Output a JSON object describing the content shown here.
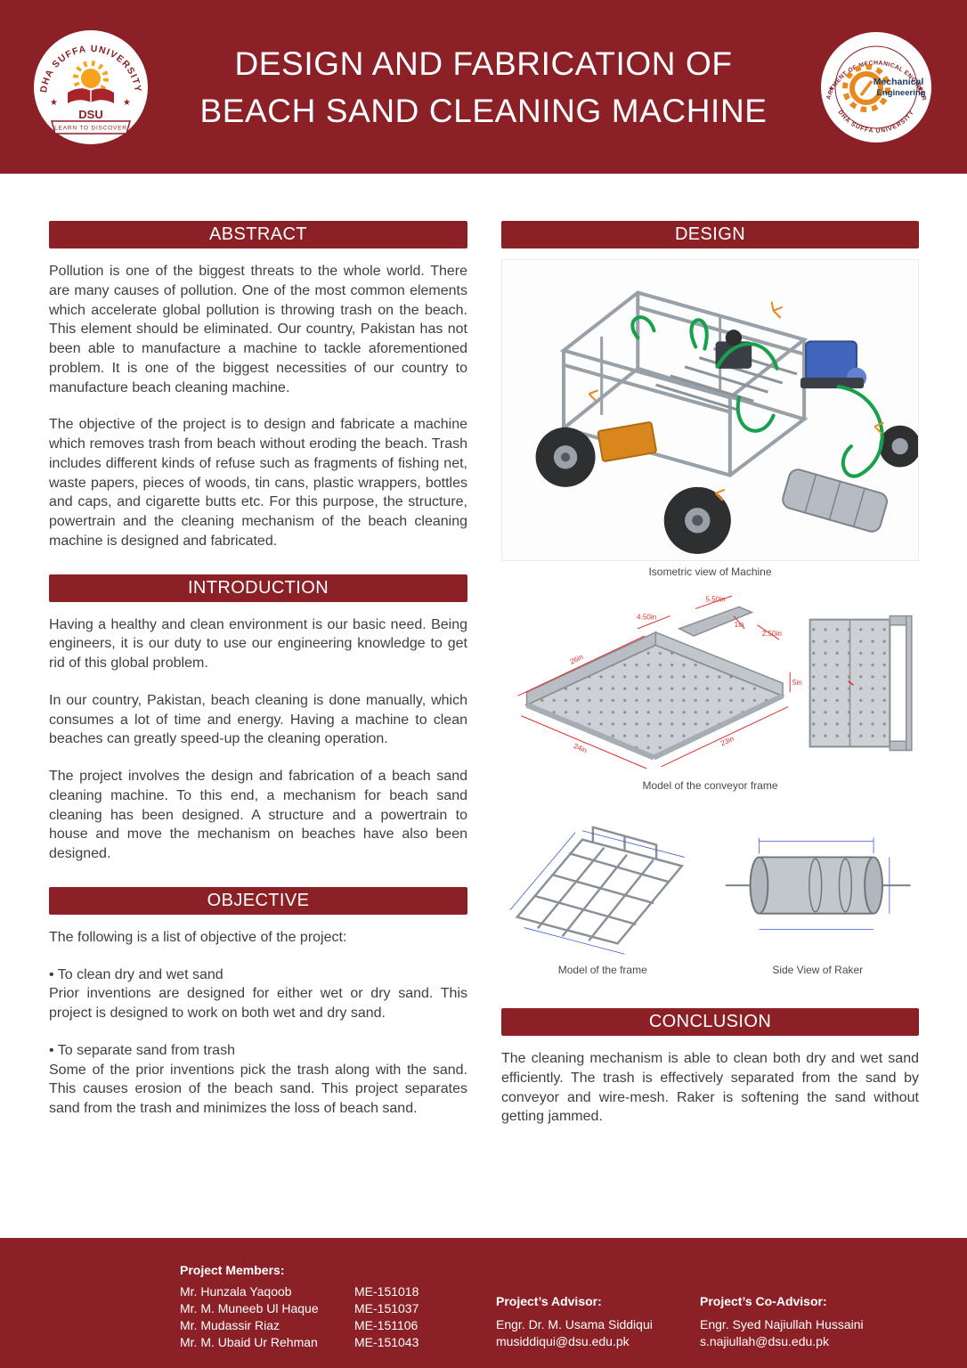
{
  "colors": {
    "maroon": "#8b2127",
    "accent_orange": "#e8891f",
    "dim_red": "#e03131"
  },
  "header": {
    "title_line1": "DESIGN AND FABRICATION OF",
    "title_line2": "BEACH SAND CLEANING MACHINE",
    "left_logo": {
      "arc_text": "DHA SUFFA UNIVERSITY",
      "abbr": "DSU",
      "motto": "LEARN TO DISCOVER"
    },
    "right_logo": {
      "arc_top": "DEPARTMENT OF MECHANICAL ENGINEERING",
      "arc_bottom": "DHA SUFFA UNIVERSITY",
      "center_line1": "Mechanical",
      "center_line2": "Engineering"
    }
  },
  "abstract": {
    "title": "ABSTRACT",
    "paragraphs": [
      "Pollution is one of the biggest threats to the whole world. There are many causes of pollution. One of the most common elements which accelerate global pollution is throwing trash on the beach. This element should be eliminated. Our country, Pakistan has not been able to manufacture a machine to tackle aforementioned problem. It is one of the biggest necessities of our country to manufacture beach cleaning machine.",
      "The objective of the project is to design and fabricate a machine which removes trash from beach without eroding the beach. Trash includes different kinds of refuse such as fragments of fishing net, waste papers, pieces of woods, tin cans, plastic wrappers, bottles and caps, and cigarette butts etc. For this purpose, the structure, powertrain and the cleaning mechanism of the beach cleaning machine is designed and fabricated."
    ]
  },
  "introduction": {
    "title": "INTRODUCTION",
    "paragraphs": [
      "Having a healthy and clean environment is our basic need. Being engineers, it is our duty to use our engineering knowledge to get rid of this global problem.",
      "In our country, Pakistan, beach cleaning is done manually, which consumes a lot of time and energy. Having a machine to clean beaches can greatly speed-up the cleaning operation.",
      "The project involves the design and fabrication of a beach sand cleaning machine. To this end, a mechanism for beach sand cleaning has been designed. A structure and a powertrain to house and move the mechanism on beaches have also been designed."
    ]
  },
  "objective": {
    "title": "OBJECTIVE",
    "intro": "The following is a list of objective of the project:",
    "items": [
      {
        "bullet": "• To clean dry and wet sand",
        "body": "Prior inventions are designed for either wet or dry sand. This project is designed to work on both wet and dry sand."
      },
      {
        "bullet": "• To separate sand from trash",
        "body": "Some of the prior inventions pick the trash along with the sand. This causes erosion of the beach sand. This project separates sand from the trash and minimizes the loss of beach sand."
      }
    ]
  },
  "design": {
    "title": "DESIGN",
    "caption_machine": "Isometric view of Machine",
    "caption_conveyor": "Model of the conveyor frame",
    "caption_frame": "Model of the frame",
    "caption_raker": "Side View of Raker",
    "conveyor_dims": {
      "top": "5.50in",
      "small": "1in",
      "mid": "4.50in",
      "right_top": "2.50in",
      "left": "26in",
      "bottom_left": "24in",
      "bottom_right": "23in",
      "right": "5in"
    }
  },
  "conclusion": {
    "title": "CONCLUSION",
    "paragraph": "The cleaning mechanism is able to clean both dry and wet sand efficiently. The trash is effectively separated from the sand by conveyor and wire-mesh. Raker is softening the sand without getting jammed."
  },
  "footer": {
    "members_label": "Project Members:",
    "members": [
      {
        "name": "Mr. Hunzala Yaqoob",
        "id": "ME-151018"
      },
      {
        "name": "Mr. M. Muneeb Ul Haque",
        "id": "ME-151037"
      },
      {
        "name": "Mr. Mudassir Riaz",
        "id": "ME-151106"
      },
      {
        "name": "Mr. M. Ubaid Ur Rehman",
        "id": "ME-151043"
      }
    ],
    "advisor_label": "Project’s Advisor:",
    "advisor_name": "Engr. Dr. M. Usama Siddiqui",
    "advisor_email": "musiddiqui@dsu.edu.pk",
    "coadvisor_label": "Project’s Co-Advisor:",
    "coadvisor_name": "Engr. Syed Najiullah Hussaini",
    "coadvisor_email": "s.najiullah@dsu.edu.pk"
  }
}
